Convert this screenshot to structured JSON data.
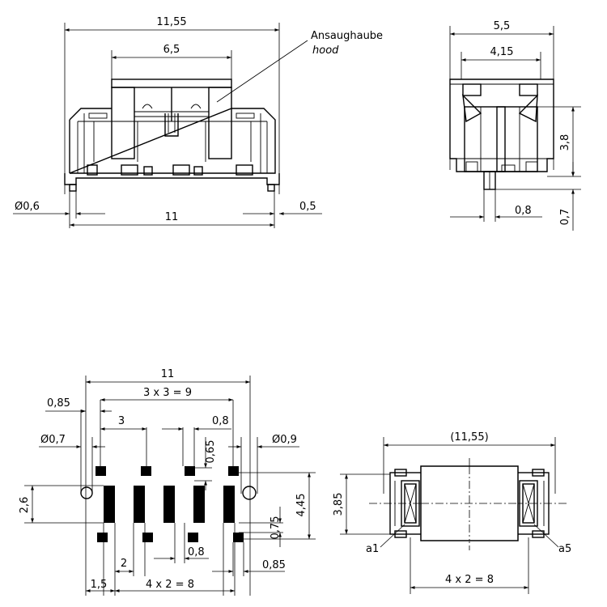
{
  "front_view": {
    "dim_overall_width": "11,55",
    "dim_hood_width": "6,5",
    "dim_peg_diameter": "Ø0,6",
    "dim_body_width": "11",
    "dim_offset": "0,5",
    "label_de": "Ansaughaube",
    "label_en": "hood"
  },
  "side_view": {
    "dim_width": "5,5",
    "dim_hood_width": "4,15",
    "dim_height": "3,8",
    "dim_peg_width": "0,8",
    "dim_peg_height": "0,7"
  },
  "footprint": {
    "dim_total": "11",
    "dim_edge": "0,85",
    "dim_pitch_pads": "3 x 3 = 9",
    "dim_three": "3",
    "dim_pad_width": "0,8",
    "dim_hole_small": "Ø0,7",
    "dim_hole_large": "Ø0,9",
    "dim_gap": "0,65",
    "dim_height_left": "2,6",
    "dim_height_right": "4,45",
    "dim_pad_len": "0,75",
    "dim_pitch": "2",
    "dim_pad_width_bottom": "0,8",
    "dim_edge_bottom": "0,85",
    "dim_offset_bottom": "1,5",
    "dim_pitch_total": "4 x 2 = 8"
  },
  "top_view": {
    "dim_overall": "(11,55)",
    "dim_height": "3,85",
    "label_a1": "a1",
    "label_a5": "a5",
    "dim_pitch_total": "4 x 2 = 8"
  }
}
